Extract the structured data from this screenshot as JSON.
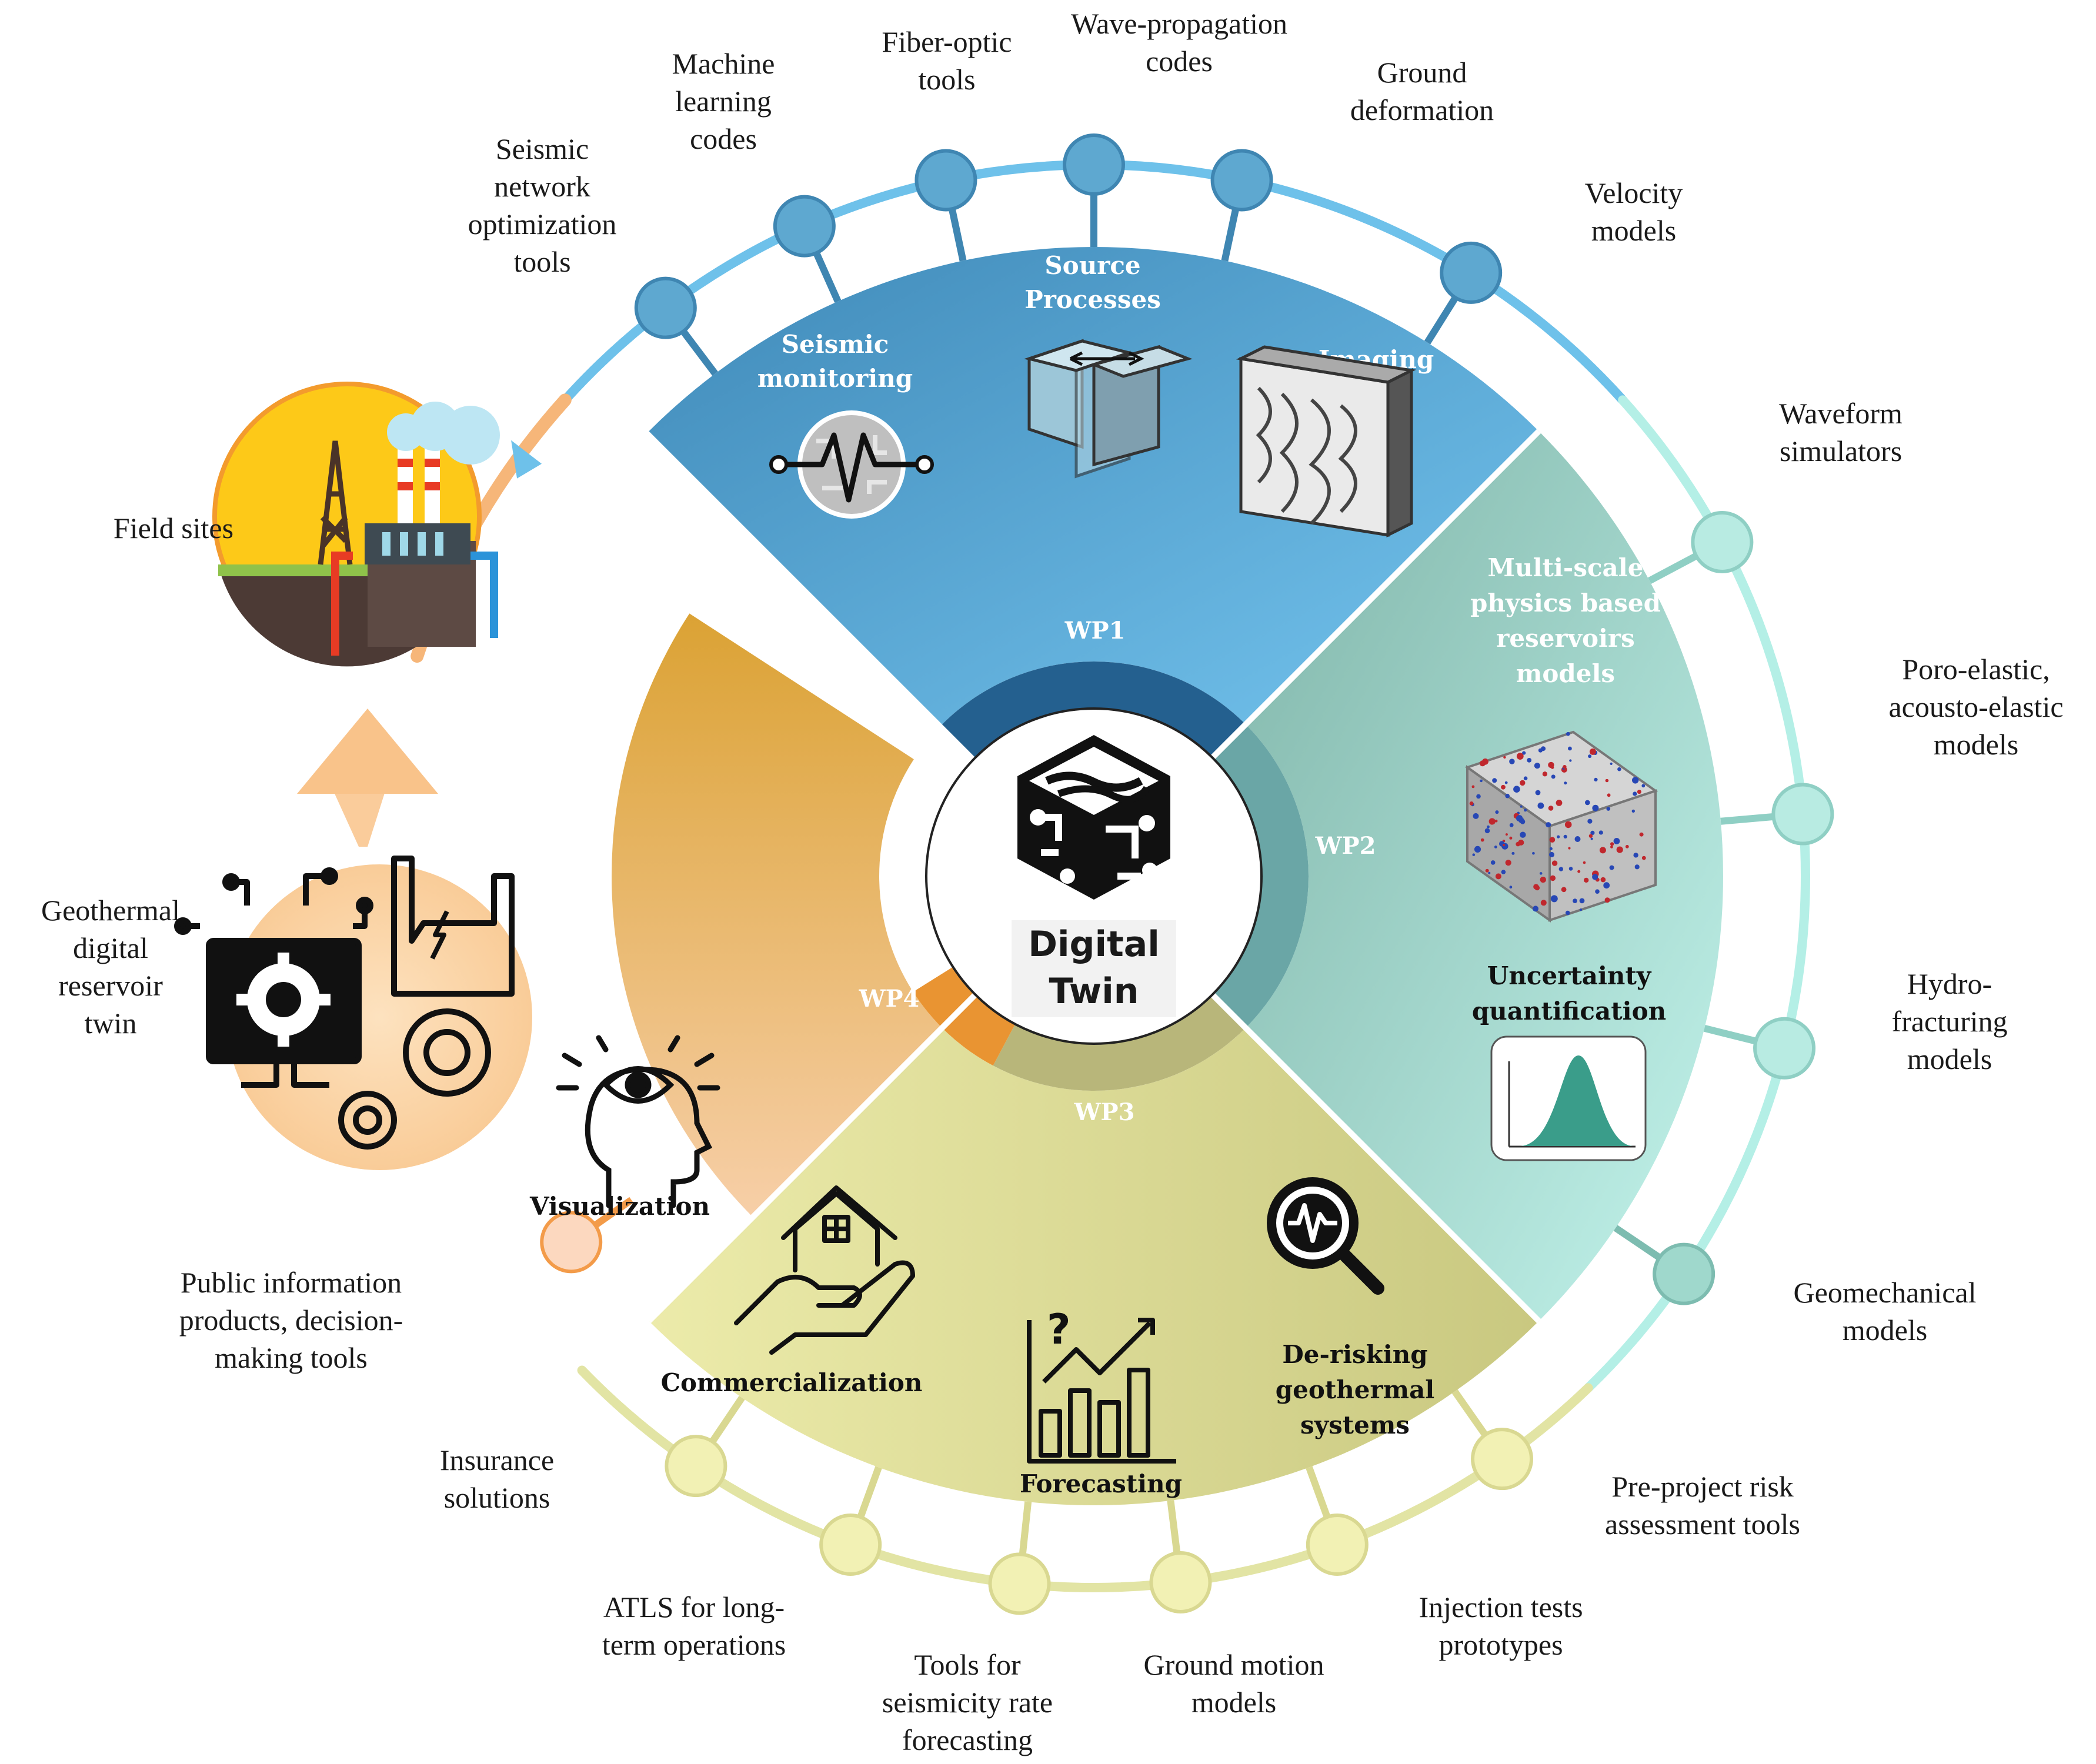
{
  "center": {
    "line1": "Digital",
    "line2": "Twin"
  },
  "wp": {
    "wp1": "WP1",
    "wp2": "WP2",
    "wp3": "WP3",
    "wp4": "WP4"
  },
  "sectors": {
    "seismic_monitoring": [
      "Seismic",
      "monitoring"
    ],
    "source_processes": [
      "Source",
      "Processes"
    ],
    "imaging": [
      "Imaging"
    ],
    "multiscale": [
      "Multi-scale",
      "physics based",
      "reservoirs",
      "models"
    ],
    "uncertainty": [
      "Uncertainty",
      "quantification"
    ],
    "visualization": [
      "Visualization"
    ],
    "commercialization": [
      "Commercialization"
    ],
    "forecasting": [
      "Forecasting"
    ],
    "derisking": [
      "De-risking",
      "geothermal",
      "systems"
    ]
  },
  "outer_labels": {
    "seismic_network": [
      "Seismic",
      "network",
      "optimization",
      "tools"
    ],
    "machine_learning": [
      "Machine",
      "learning",
      "codes"
    ],
    "fiber_optic": [
      "Fiber-optic",
      "tools"
    ],
    "wave_propagation": [
      "Wave-propagation",
      "codes"
    ],
    "ground_deformation": [
      "Ground",
      "deformation"
    ],
    "velocity_models": [
      "Velocity",
      "models"
    ],
    "waveform_simulators": [
      "Waveform",
      "simulators"
    ],
    "poro_elastic": [
      "Poro-elastic,",
      "acousto-elastic",
      "models"
    ],
    "hydro_fracturing": [
      "Hydro-",
      "fracturing",
      "models"
    ],
    "geomechanical": [
      "Geomechanical",
      "models"
    ],
    "pre_project": [
      "Pre-project risk",
      "assessment tools"
    ],
    "injection_tests": [
      "Injection tests",
      "prototypes"
    ],
    "ground_motion": [
      "Ground motion",
      "models"
    ],
    "seismicity_rate": [
      "Tools for",
      "seismicity rate",
      "forecasting"
    ],
    "atls": [
      "ATLS for long-",
      "term operations"
    ],
    "insurance": [
      "Insurance",
      "solutions"
    ],
    "public_info": [
      "Public information",
      "products, decision-",
      "making tools"
    ],
    "field_sites": [
      "Field sites"
    ],
    "geothermal_twin": [
      "Geothermal",
      "digital",
      "reservoir",
      "twin"
    ]
  },
  "colors": {
    "wp1_dark": "#24608f",
    "wp1_sector": "#5aaad6",
    "wp2_dark": "#6aa6a6",
    "wp2_sector": "#a8dccf",
    "wp3_dark": "#b8b67a",
    "wp3_sector": "#dfe09a",
    "wp4_dark": "#e99432",
    "wp4_sector": "#e3a63a",
    "ring_blue": "#6ec1ea",
    "ring_teal": "#b4efe6",
    "ring_yellow": "#e2e4a4",
    "ring_orange": "#f6b679"
  },
  "icons": {
    "center": "digital-twin-cube-icon",
    "seismic_monitoring": "seismometer-circuit-icon",
    "source_processes": "fault-block-icon",
    "imaging": "wave-imaging-block-icon",
    "multiscale": "rock-sample-cube-icon",
    "uncertainty": "gaussian-curve-icon",
    "visualization": "head-with-eye-icon",
    "commercialization": "hand-with-house-icon",
    "forecasting": "bar-chart-trend-icon",
    "derisking": "seismograph-magnifier-icon",
    "field_sites": "geothermal-plant-icon",
    "geothermal_twin": "computer-gears-factory-icon"
  }
}
